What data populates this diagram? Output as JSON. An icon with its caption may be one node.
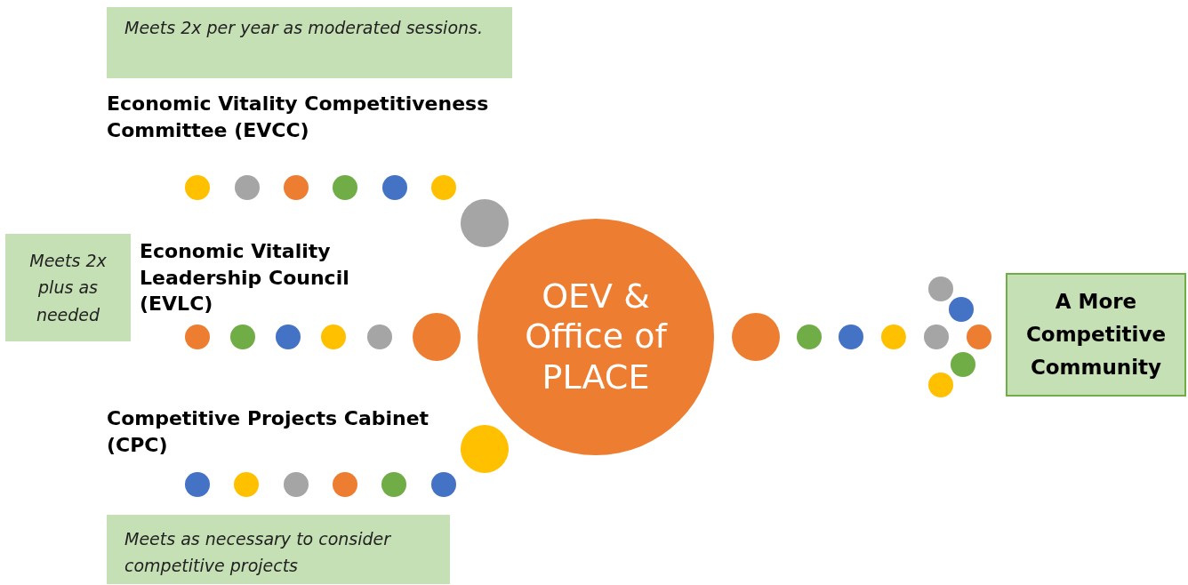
{
  "diagram": {
    "nodes": [
      {
        "text": [
          "Meets 2x per year as moderated sessions."
        ]
      },
      {
        "text": [
          "Economic Vitality Competitiveness Committee (EVCC)"
        ]
      },
      {
        "text": [
          "Meets 2x plus as needed"
        ]
      },
      {
        "text": [
          "**Economic Vitality Leadership Council (EVLC**)"
        ]
      },
      {
        "text": [
          "Competitive Projects Cabinet (CPC)"
        ]
      },
      {
        "text": [
          "Meets as necessary to consider competitive projects"
        ]
      },
      {
        "text": [
          "OEV & Office of PLACE"
        ]
      },
      {
        "text": [
          "A More Competitive Community"
        ]
      }
    ]
  }
}
